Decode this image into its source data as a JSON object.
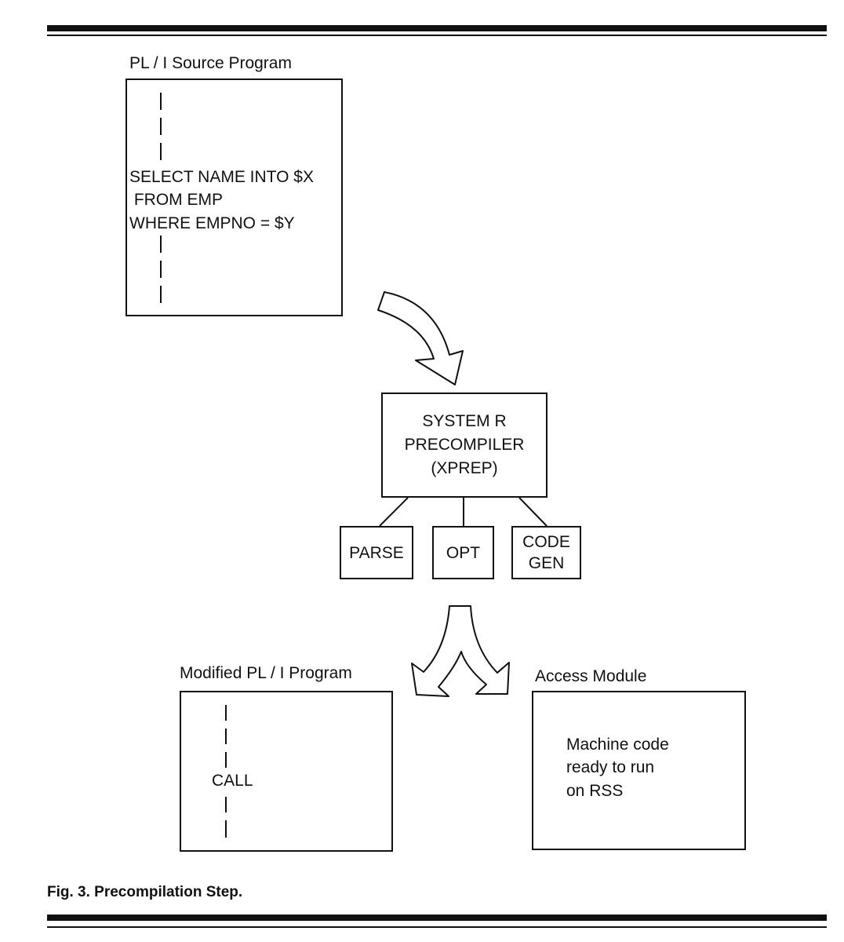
{
  "source_program": {
    "title": "PL / I Source Program",
    "lines": [
      "SELECT NAME INTO $X",
      " FROM EMP",
      "WHERE EMPNO = $Y"
    ]
  },
  "precompiler": {
    "lines": [
      "SYSTEM R",
      "PRECOMPILER",
      "(XPREP)"
    ]
  },
  "components": {
    "parse": "PARSE",
    "opt": "OPT",
    "codegen": [
      "CODE",
      "GEN"
    ]
  },
  "modified_program": {
    "title": "Modified PL / I Program",
    "call": "CALL"
  },
  "access_module": {
    "title": "Access Module",
    "lines": [
      "Machine code",
      "ready to run",
      "on RSS"
    ]
  },
  "caption": "Fig. 3. Precompilation Step.",
  "colors": {
    "ink": "#111111",
    "paper": "#ffffff"
  }
}
